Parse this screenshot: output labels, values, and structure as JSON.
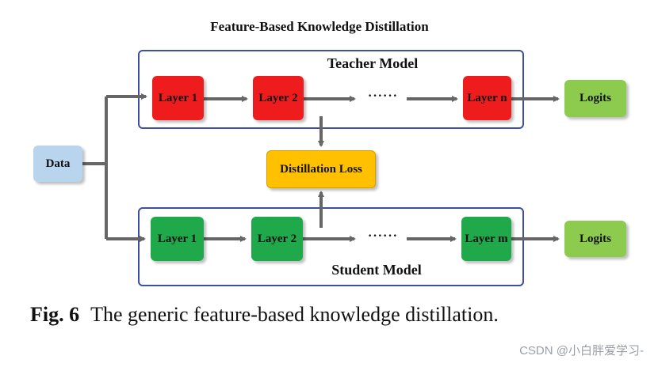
{
  "diagram": {
    "title": "Feature-Based Knowledge Distillation",
    "data_label": "Data",
    "teacher": {
      "label": "Teacher Model",
      "layers": [
        "Layer 1",
        "Layer 2",
        "Layer n"
      ],
      "ellipsis": "······",
      "logits": "Logits"
    },
    "student": {
      "label": "Student Model",
      "layers": [
        "Layer 1",
        "Layer 2",
        "Layer m"
      ],
      "ellipsis": "······",
      "logits": "Logits"
    },
    "loss_label": "Distillation Loss"
  },
  "caption": {
    "fig": "Fig. 6",
    "text": "The generic feature-based knowledge distillation."
  },
  "watermark": "CSDN @小白胖爱学习-",
  "colors": {
    "teacher_layer": "#ee1c1c",
    "student_layer": "#1fa94b",
    "logits": "#8dcb4e",
    "data": "#b9d5ee",
    "loss": "#ffc000",
    "panel_border": "#3d4f9e",
    "arrow": "#666666"
  }
}
